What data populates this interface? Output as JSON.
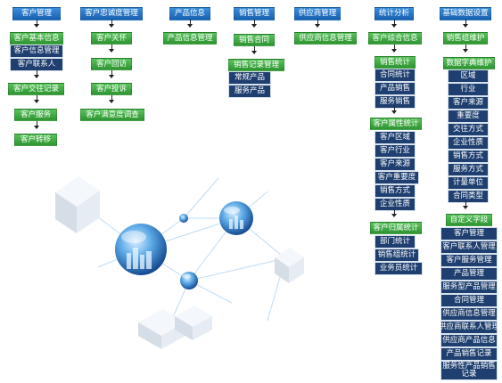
{
  "columns": [
    {
      "top": "客户管理",
      "steps": [
        "客户基本信息",
        "客户交往记录",
        "客户服务",
        "客户转移"
      ],
      "sub": [
        "客户信息管理",
        "客户联系人"
      ]
    },
    {
      "top": "客户忠诚度管理",
      "steps": [
        "客户关怀",
        "客户回访",
        "客户投诉",
        "客户满意度调查"
      ]
    },
    {
      "top": "产品信息",
      "steps": [
        "产品信息管理"
      ]
    },
    {
      "top": "销售管理",
      "steps": [
        "销售合同",
        "销售记录管理"
      ],
      "sub": [
        "常规产品",
        "服务产品"
      ]
    },
    {
      "top": "供应商管理",
      "steps": [
        "供应商信息管理"
      ]
    },
    {
      "top": "统计分析",
      "steps": [
        "客户综合信息"
      ],
      "groups": [
        {
          "title": "销售统计",
          "items": [
            "合同统计",
            "产品销售",
            "服务销售"
          ]
        },
        {
          "title": "客户属性统计",
          "items": [
            "客户区域",
            "客户行业",
            "客户来源",
            "客户重要度",
            "销售方式",
            "企业性质"
          ]
        },
        {
          "title": "客户归属统计",
          "items": [
            "部门统计",
            "销售组统计",
            "业务员统计"
          ]
        }
      ]
    },
    {
      "top": "基础数据设置",
      "steps": [
        "销售组维护"
      ],
      "groups": [
        {
          "title": "数据字典维护",
          "items": [
            "区域",
            "行业",
            "客户来源",
            "重要度",
            "交往方式",
            "企业性质",
            "销售方式",
            "服务方式",
            "计量单位",
            "合同类型"
          ]
        },
        {
          "title": "自定义字段",
          "items": [
            "客户管理",
            "客户联系人管理",
            "客户服务管理",
            "产品管理",
            "服务型产品管理",
            "合同管理",
            "供应商信息管理",
            "供应商联系人管理",
            "供应商产品信息",
            "产品销售记录",
            "服务性产品销售记录"
          ]
        }
      ]
    }
  ],
  "colors": {
    "top": "#2b7fd3",
    "green": "#3aa83e",
    "navy": "#1e3f6f"
  }
}
